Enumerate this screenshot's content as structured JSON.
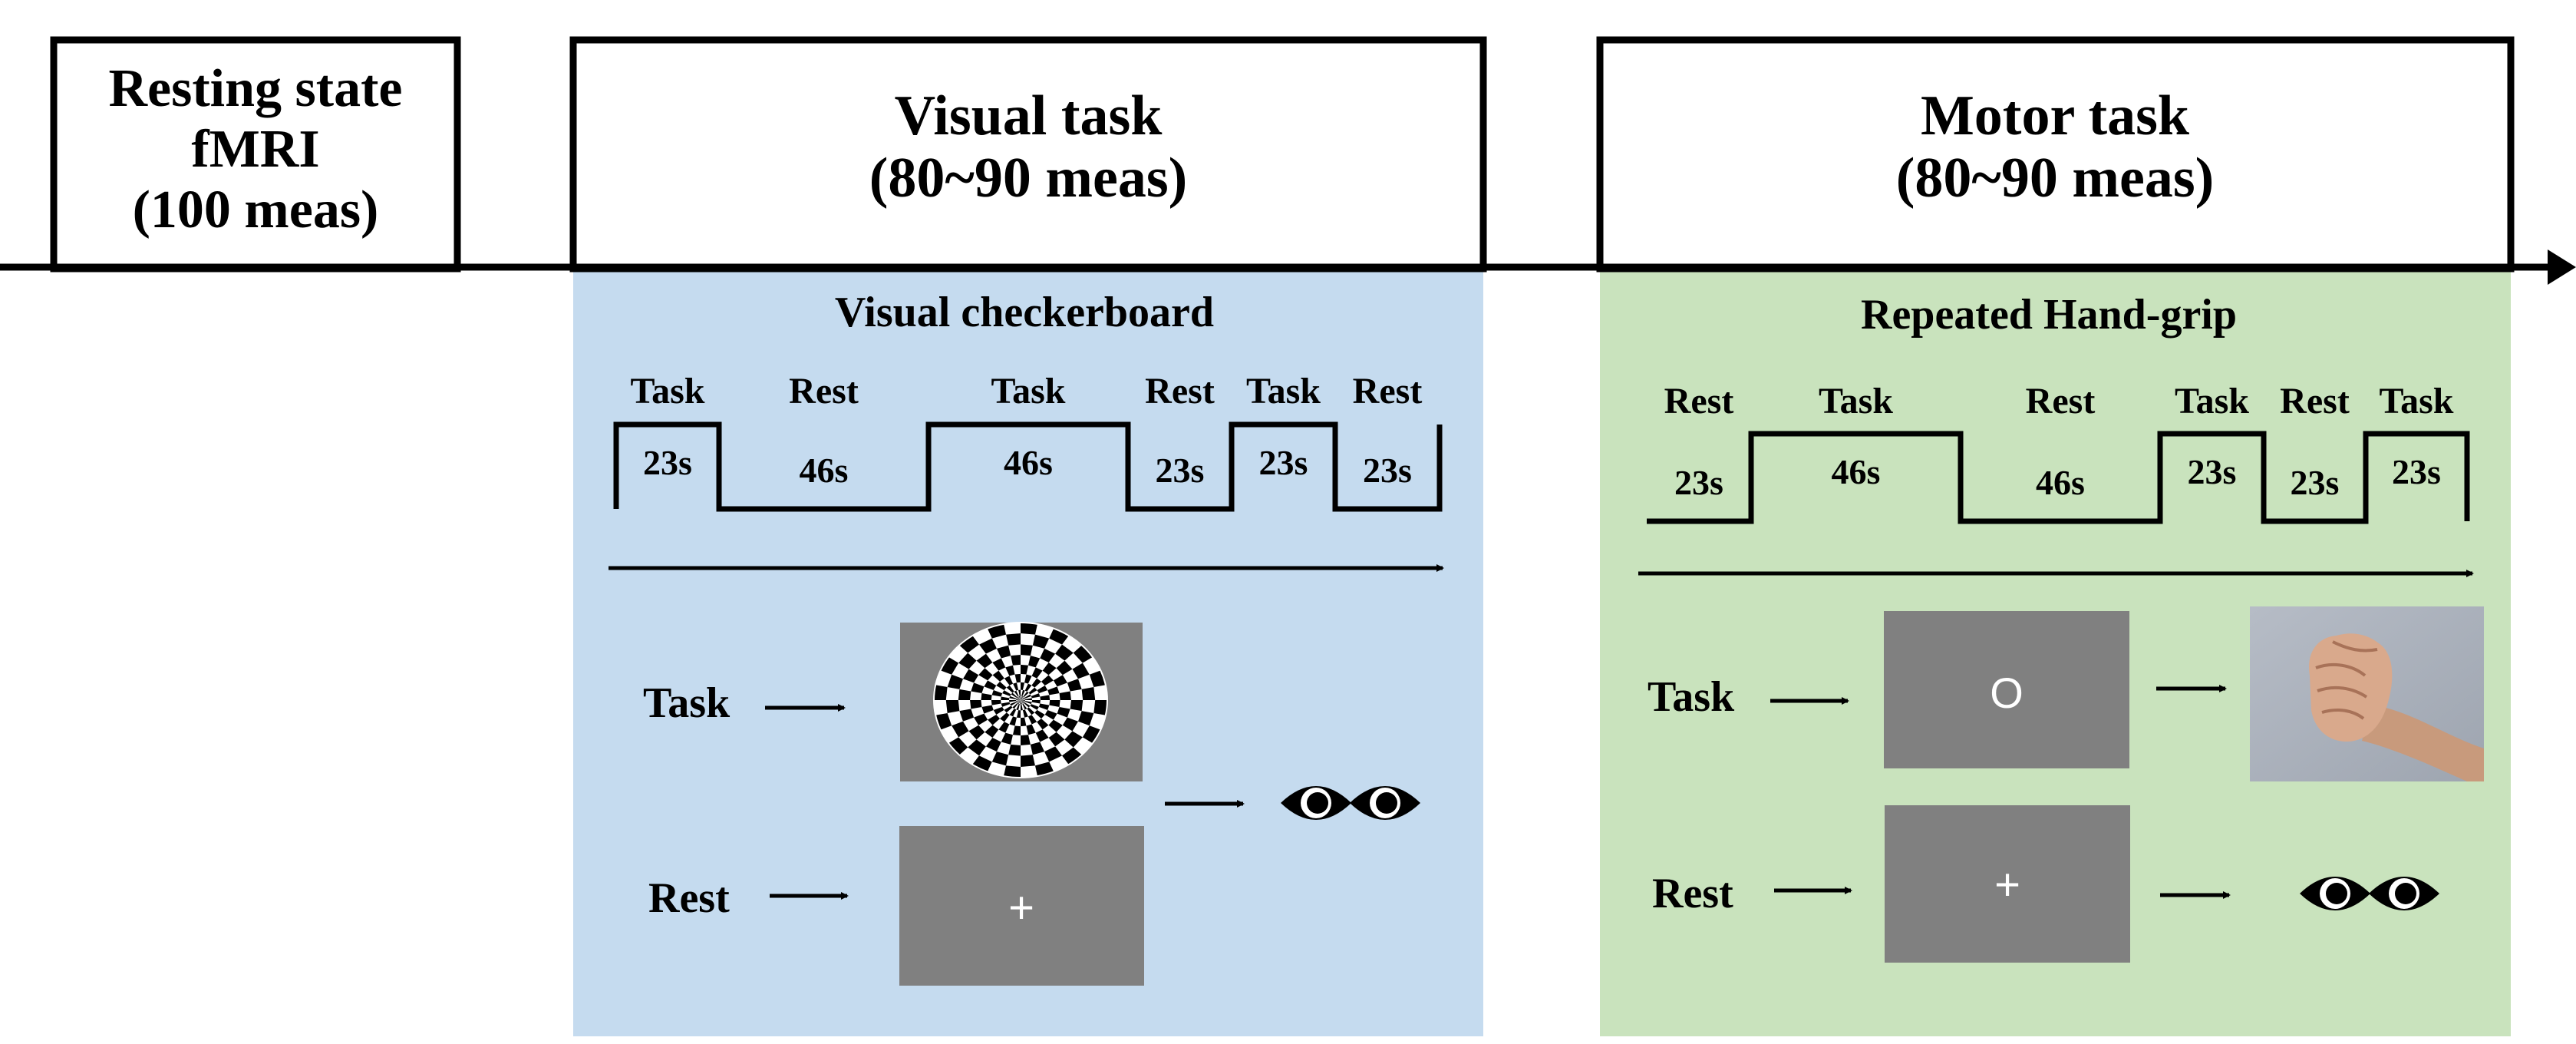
{
  "header_boxes": {
    "resting": {
      "lines": [
        "Resting state",
        "fMRI",
        "(100 meas)"
      ]
    },
    "visual": {
      "lines": [
        "Visual task",
        "(80~90 meas)"
      ]
    },
    "motor": {
      "lines": [
        "Motor task",
        "(80~90 meas)"
      ]
    }
  },
  "visual_panel": {
    "title": "Visual checkerboard",
    "background": "#c5dbef",
    "schedule": [
      {
        "label": "Task",
        "duration": "23s",
        "level": "high"
      },
      {
        "label": "Rest",
        "duration": "46s",
        "level": "low"
      },
      {
        "label": "Task",
        "duration": "46s",
        "level": "high"
      },
      {
        "label": "Rest",
        "duration": "23s",
        "level": "low"
      },
      {
        "label": "Task",
        "duration": "23s",
        "level": "high"
      },
      {
        "label": "Rest",
        "duration": "23s",
        "level": "low"
      }
    ],
    "task_label": "Task",
    "rest_label": "Rest",
    "rest_screen_symbol": "+"
  },
  "motor_panel": {
    "title": "Repeated Hand-grip",
    "background": "#c9e3bd",
    "schedule": [
      {
        "label": "Rest",
        "duration": "23s",
        "level": "low"
      },
      {
        "label": "Task",
        "duration": "46s",
        "level": "high"
      },
      {
        "label": "Rest",
        "duration": "46s",
        "level": "low"
      },
      {
        "label": "Task",
        "duration": "23s",
        "level": "high"
      },
      {
        "label": "Rest",
        "duration": "23s",
        "level": "low"
      },
      {
        "label": "Task",
        "duration": "23s",
        "level": "high"
      }
    ],
    "task_label": "Task",
    "rest_label": "Rest",
    "task_screen_symbol": "O",
    "rest_screen_symbol": "+"
  },
  "icons": {
    "eyes": "eyes-icon",
    "fist": "fist-photo",
    "checkerboard": "checkerboard-stimulus"
  },
  "colors": {
    "screen_gray": "#808080",
    "line": "#000000"
  }
}
